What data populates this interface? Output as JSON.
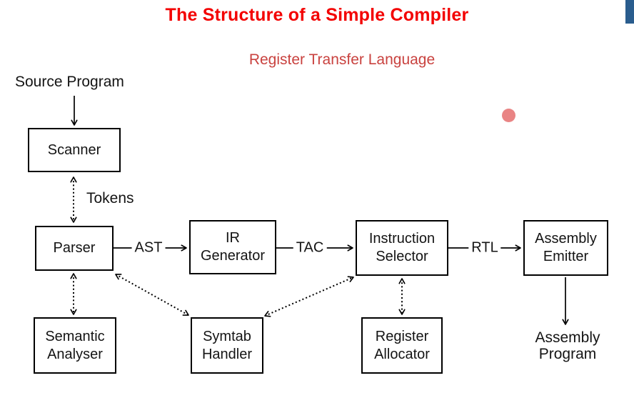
{
  "slide": {
    "title": "The Structure of a Simple Compiler",
    "subtitle": "Register Transfer Language"
  },
  "colors": {
    "title_red": "#f30000",
    "subtitle_red": "#c9423f",
    "dot_pink": "#e98484",
    "corner_tab_blue": "#2a5d8e",
    "diagram_black": "#000000"
  },
  "nodes": {
    "source_program": {
      "label": "Source Program"
    },
    "scanner": {
      "label": "Scanner"
    },
    "parser": {
      "label": "Parser"
    },
    "ir_generator": {
      "line1": "IR",
      "line2": "Generator"
    },
    "instruction_selector": {
      "line1": "Instruction",
      "line2": "Selector"
    },
    "assembly_emitter": {
      "line1": "Assembly",
      "line2": "Emitter"
    },
    "semantic_analyser": {
      "line1": "Semantic",
      "line2": "Analyser"
    },
    "symtab_handler": {
      "line1": "Symtab",
      "line2": "Handler"
    },
    "register_allocator": {
      "line1": "Register",
      "line2": "Allocator"
    },
    "assembly_program": {
      "line1": "Assembly",
      "line2": "Program"
    }
  },
  "edge_labels": {
    "tokens": "Tokens",
    "ast": "AST",
    "tac": "TAC",
    "rtl": "RTL"
  },
  "edges": [
    {
      "from": "source_program",
      "to": "scanner",
      "style": "solid-arrow"
    },
    {
      "from": "scanner",
      "to": "parser",
      "style": "dashed-double-arrow",
      "label": "Tokens"
    },
    {
      "from": "parser",
      "to": "ir_generator",
      "style": "solid-arrow",
      "label": "AST"
    },
    {
      "from": "ir_generator",
      "to": "instruction_selector",
      "style": "solid-arrow",
      "label": "TAC"
    },
    {
      "from": "instruction_selector",
      "to": "assembly_emitter",
      "style": "solid-arrow",
      "label": "RTL"
    },
    {
      "from": "parser",
      "to": "semantic_analyser",
      "style": "dashed-double-arrow"
    },
    {
      "from": "parser",
      "to": "symtab_handler",
      "style": "dashed-double-arrow"
    },
    {
      "from": "symtab_handler",
      "to": "instruction_selector",
      "style": "dashed-double-arrow"
    },
    {
      "from": "instruction_selector",
      "to": "register_allocator",
      "style": "dashed-double-arrow"
    },
    {
      "from": "assembly_emitter",
      "to": "assembly_program",
      "style": "solid-arrow"
    }
  ]
}
